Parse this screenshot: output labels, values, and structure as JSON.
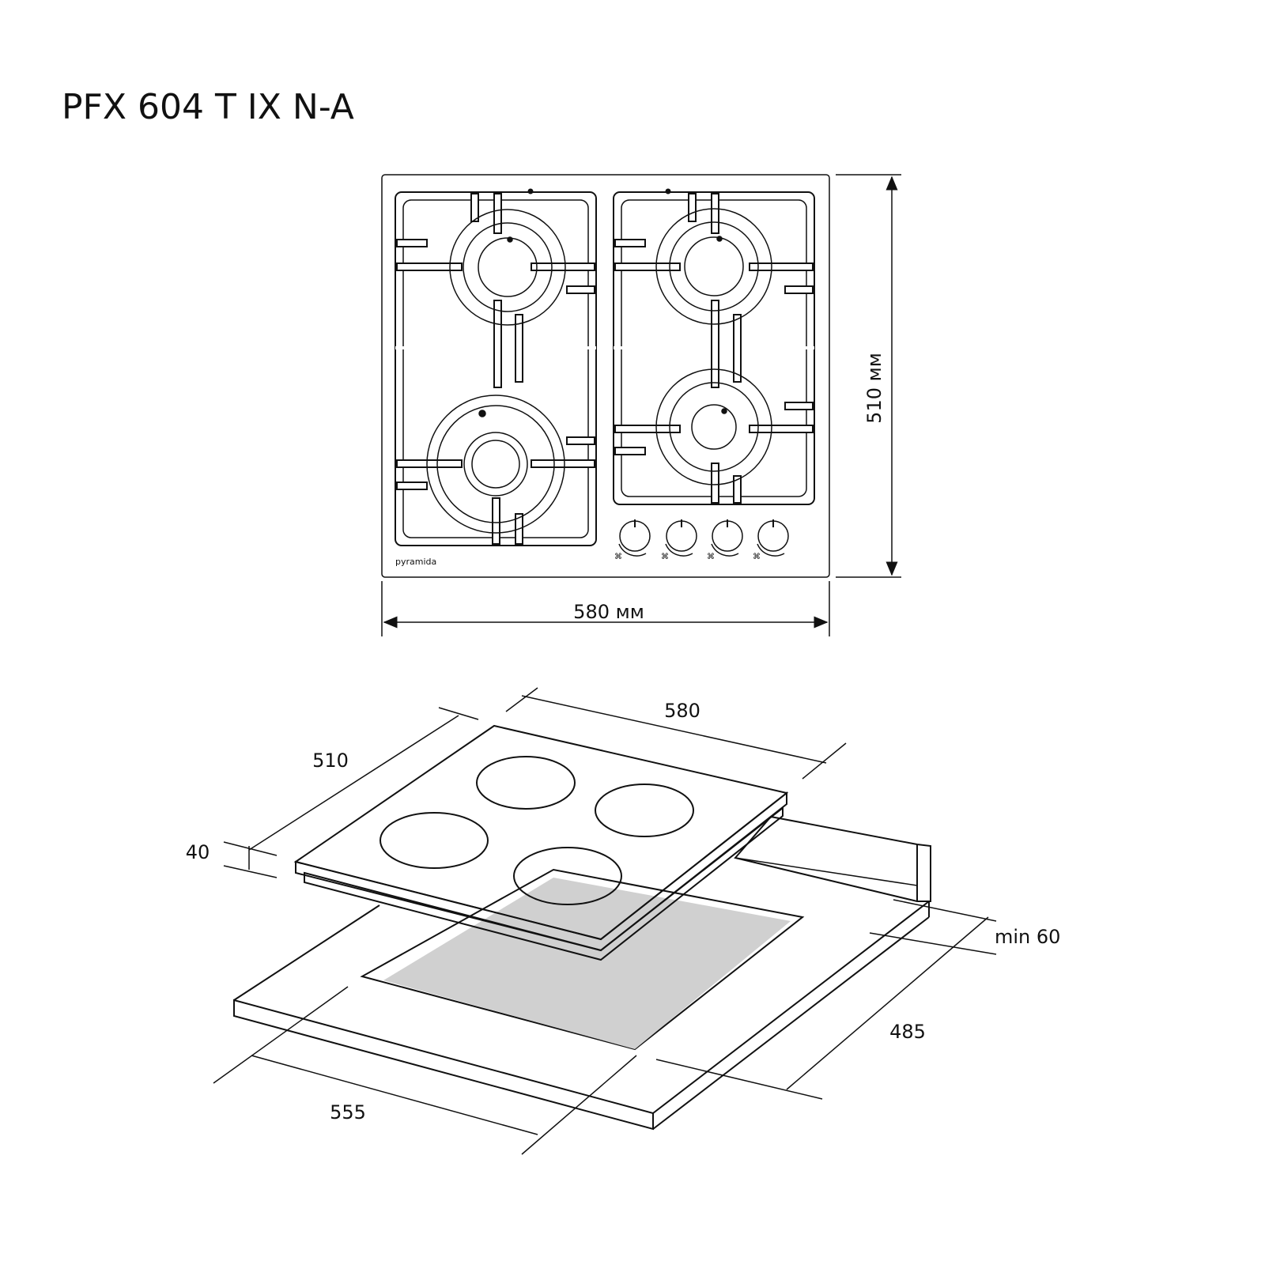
{
  "title": "PFX 604 T IX N-A",
  "top_view": {
    "brand": "pyramida",
    "width_label": "580 мм",
    "height_label": "510 мм",
    "knob_count": 4
  },
  "iso_view": {
    "width": "580",
    "depth": "510",
    "height": "40",
    "min_gap": "min 60",
    "cutout_depth": "485",
    "cutout_width": "555",
    "cutout_color": "#d0d0d0"
  }
}
